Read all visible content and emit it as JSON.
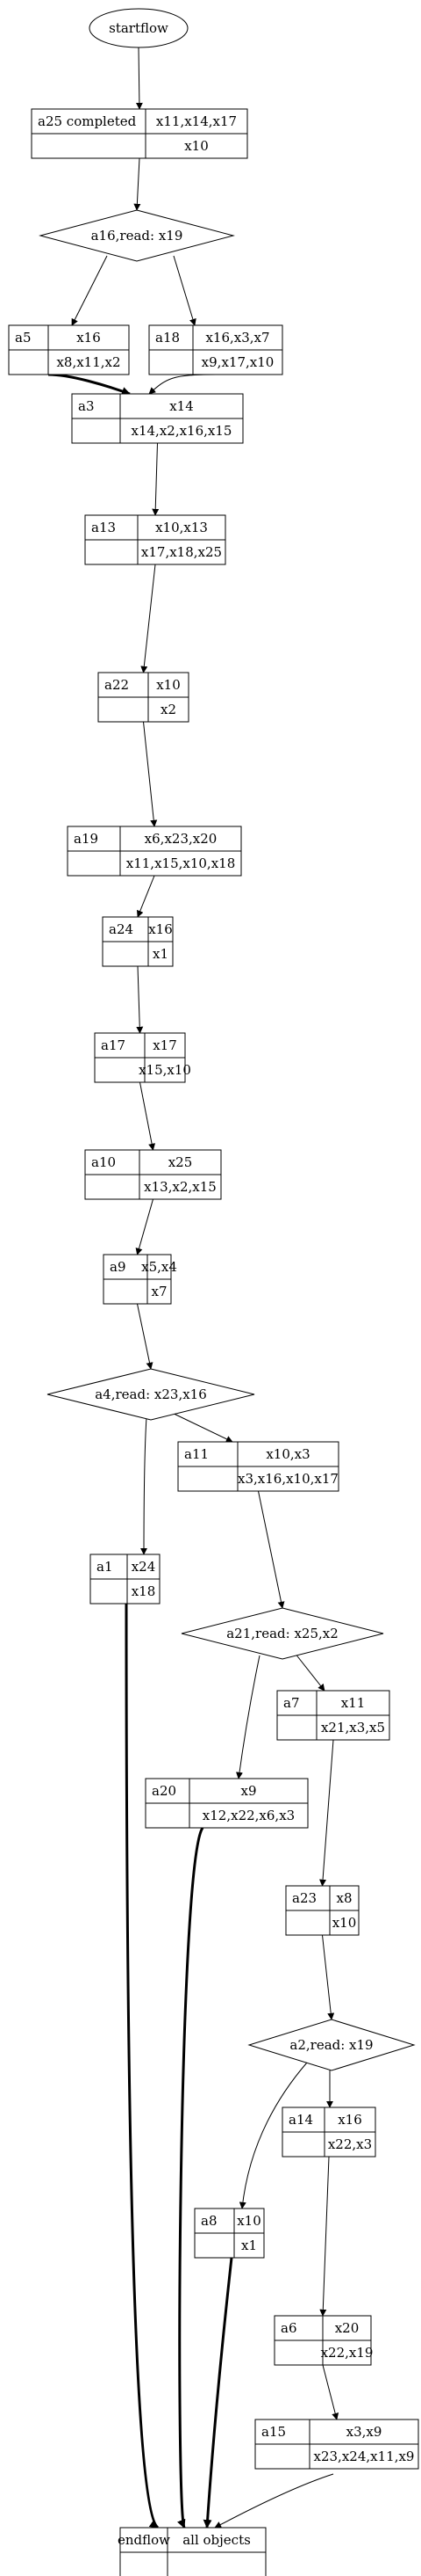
{
  "start": {
    "label": "startflow"
  },
  "records": [
    {
      "id": "a25",
      "title": "a25 completed",
      "writes": "x11,x14,x17",
      "reads": "x10"
    },
    {
      "id": "a5",
      "title": "a5",
      "writes": "x16",
      "reads": "x8,x11,x2"
    },
    {
      "id": "a18",
      "title": "a18",
      "writes": "x16,x3,x7",
      "reads": "x9,x17,x10"
    },
    {
      "id": "a3",
      "title": "a3",
      "writes": "x14",
      "reads": "x14,x2,x16,x15"
    },
    {
      "id": "a13",
      "title": "a13",
      "writes": "x10,x13",
      "reads": "x17,x18,x25"
    },
    {
      "id": "a22",
      "title": "a22",
      "writes": "x10",
      "reads": "x2"
    },
    {
      "id": "a19",
      "title": "a19",
      "writes": "x6,x23,x20",
      "reads": "x11,x15,x10,x18"
    },
    {
      "id": "a24",
      "title": "a24",
      "writes": "x16",
      "reads": "x1"
    },
    {
      "id": "a17",
      "title": "a17",
      "writes": "x17",
      "reads": "x15,x10"
    },
    {
      "id": "a10",
      "title": "a10",
      "writes": "x25",
      "reads": "x13,x2,x15"
    },
    {
      "id": "a9",
      "title": "a9",
      "writes": "x5,x4",
      "reads": "x7"
    },
    {
      "id": "a11",
      "title": "a11",
      "writes": "x10,x3",
      "reads": "x3,x16,x10,x17"
    },
    {
      "id": "a1",
      "title": "a1",
      "writes": "x24",
      "reads": "x18"
    },
    {
      "id": "a7",
      "title": "a7",
      "writes": "x11",
      "reads": "x21,x3,x5"
    },
    {
      "id": "a20",
      "title": "a20",
      "writes": "x9",
      "reads": "x12,x22,x6,x3"
    },
    {
      "id": "a23",
      "title": "a23",
      "writes": "x8",
      "reads": "x10"
    },
    {
      "id": "a14",
      "title": "a14",
      "writes": "x16",
      "reads": "x22,x3"
    },
    {
      "id": "a8",
      "title": "a8",
      "writes": "x10",
      "reads": "x1"
    },
    {
      "id": "a6",
      "title": "a6",
      "writes": "x20",
      "reads": "x22,x19"
    },
    {
      "id": "a15",
      "title": "a15",
      "writes": "x3,x9",
      "reads": "x23,x24,x11,x9"
    }
  ],
  "decisions": [
    {
      "id": "a16",
      "label": "a16,read: x19"
    },
    {
      "id": "a4",
      "label": "a4,read: x23,x16"
    },
    {
      "id": "a21",
      "label": "a21,read: x25,x2"
    },
    {
      "id": "a2",
      "label": "a2,read: x19"
    }
  ],
  "end": {
    "label": "endflow",
    "objects": "all objects"
  },
  "edges": [
    {
      "from": "start",
      "to": "a25"
    },
    {
      "from": "a25",
      "to": "a16"
    },
    {
      "from": "a16",
      "to": "a5"
    },
    {
      "from": "a16",
      "to": "a18"
    },
    {
      "from": "a5",
      "to": "a3",
      "style": "thick"
    },
    {
      "from": "a18",
      "to": "a3"
    },
    {
      "from": "a3",
      "to": "a13"
    },
    {
      "from": "a13",
      "to": "a22"
    },
    {
      "from": "a22",
      "to": "a19"
    },
    {
      "from": "a19",
      "to": "a24"
    },
    {
      "from": "a24",
      "to": "a17"
    },
    {
      "from": "a17",
      "to": "a10"
    },
    {
      "from": "a10",
      "to": "a9"
    },
    {
      "from": "a9",
      "to": "a4"
    },
    {
      "from": "a4",
      "to": "a1"
    },
    {
      "from": "a4",
      "to": "a11"
    },
    {
      "from": "a11",
      "to": "a21"
    },
    {
      "from": "a21",
      "to": "a20"
    },
    {
      "from": "a21",
      "to": "a7"
    },
    {
      "from": "a7",
      "to": "a23"
    },
    {
      "from": "a23",
      "to": "a2"
    },
    {
      "from": "a2",
      "to": "a8"
    },
    {
      "from": "a2",
      "to": "a14"
    },
    {
      "from": "a14",
      "to": "a6"
    },
    {
      "from": "a6",
      "to": "a15"
    },
    {
      "from": "a1",
      "to": "end",
      "style": "thick"
    },
    {
      "from": "a20",
      "to": "end",
      "style": "thick"
    },
    {
      "from": "a8",
      "to": "end",
      "style": "thick"
    },
    {
      "from": "a15",
      "to": "end"
    }
  ]
}
